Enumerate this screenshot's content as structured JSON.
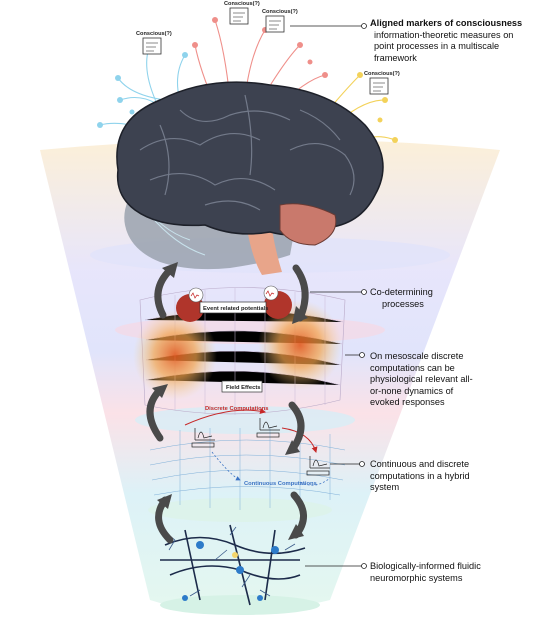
{
  "brain_tags": {
    "conscious_label": "Conscious(?)"
  },
  "funnel_labels": {
    "event_related_potentials": "Event related potentials",
    "field_effects": "Field Effects",
    "discrete_computations": "Discrete Computations",
    "continuous_computations": "Continuous Computations"
  },
  "callouts": {
    "aligned_markers_title": "Aligned markers of consciousness",
    "aligned_markers_desc_1": "information-theoretic measures on",
    "aligned_markers_desc_2": "point processes in a multiscale",
    "aligned_markers_desc_3": "framework",
    "codetermining_1": "Co-determining",
    "codetermining_2": "processes",
    "mesoscale_1": "On mesoscale discrete",
    "mesoscale_2": "computations can be",
    "mesoscale_3": "physiological relevant all-",
    "mesoscale_4": "or-none dynamics of",
    "mesoscale_5": "evoked responses",
    "hybrid_1": "Continuous and discrete",
    "hybrid_2": "computations in a hybrid",
    "hybrid_3": "system",
    "neuromorphic_1": "Biologically-informed fluidic",
    "neuromorphic_2": "neuromorphic systems"
  },
  "colors": {
    "funnel_yellow": "#fcefd6",
    "funnel_blue": "#dfe3fb",
    "funnel_pink": "#fbe0e6",
    "funnel_cyan": "#dbf1f7",
    "funnel_green": "#e3f7ee",
    "brain": "#3d4250",
    "discrete_red": "#c62828",
    "continuous_blue": "#3b73c4"
  }
}
